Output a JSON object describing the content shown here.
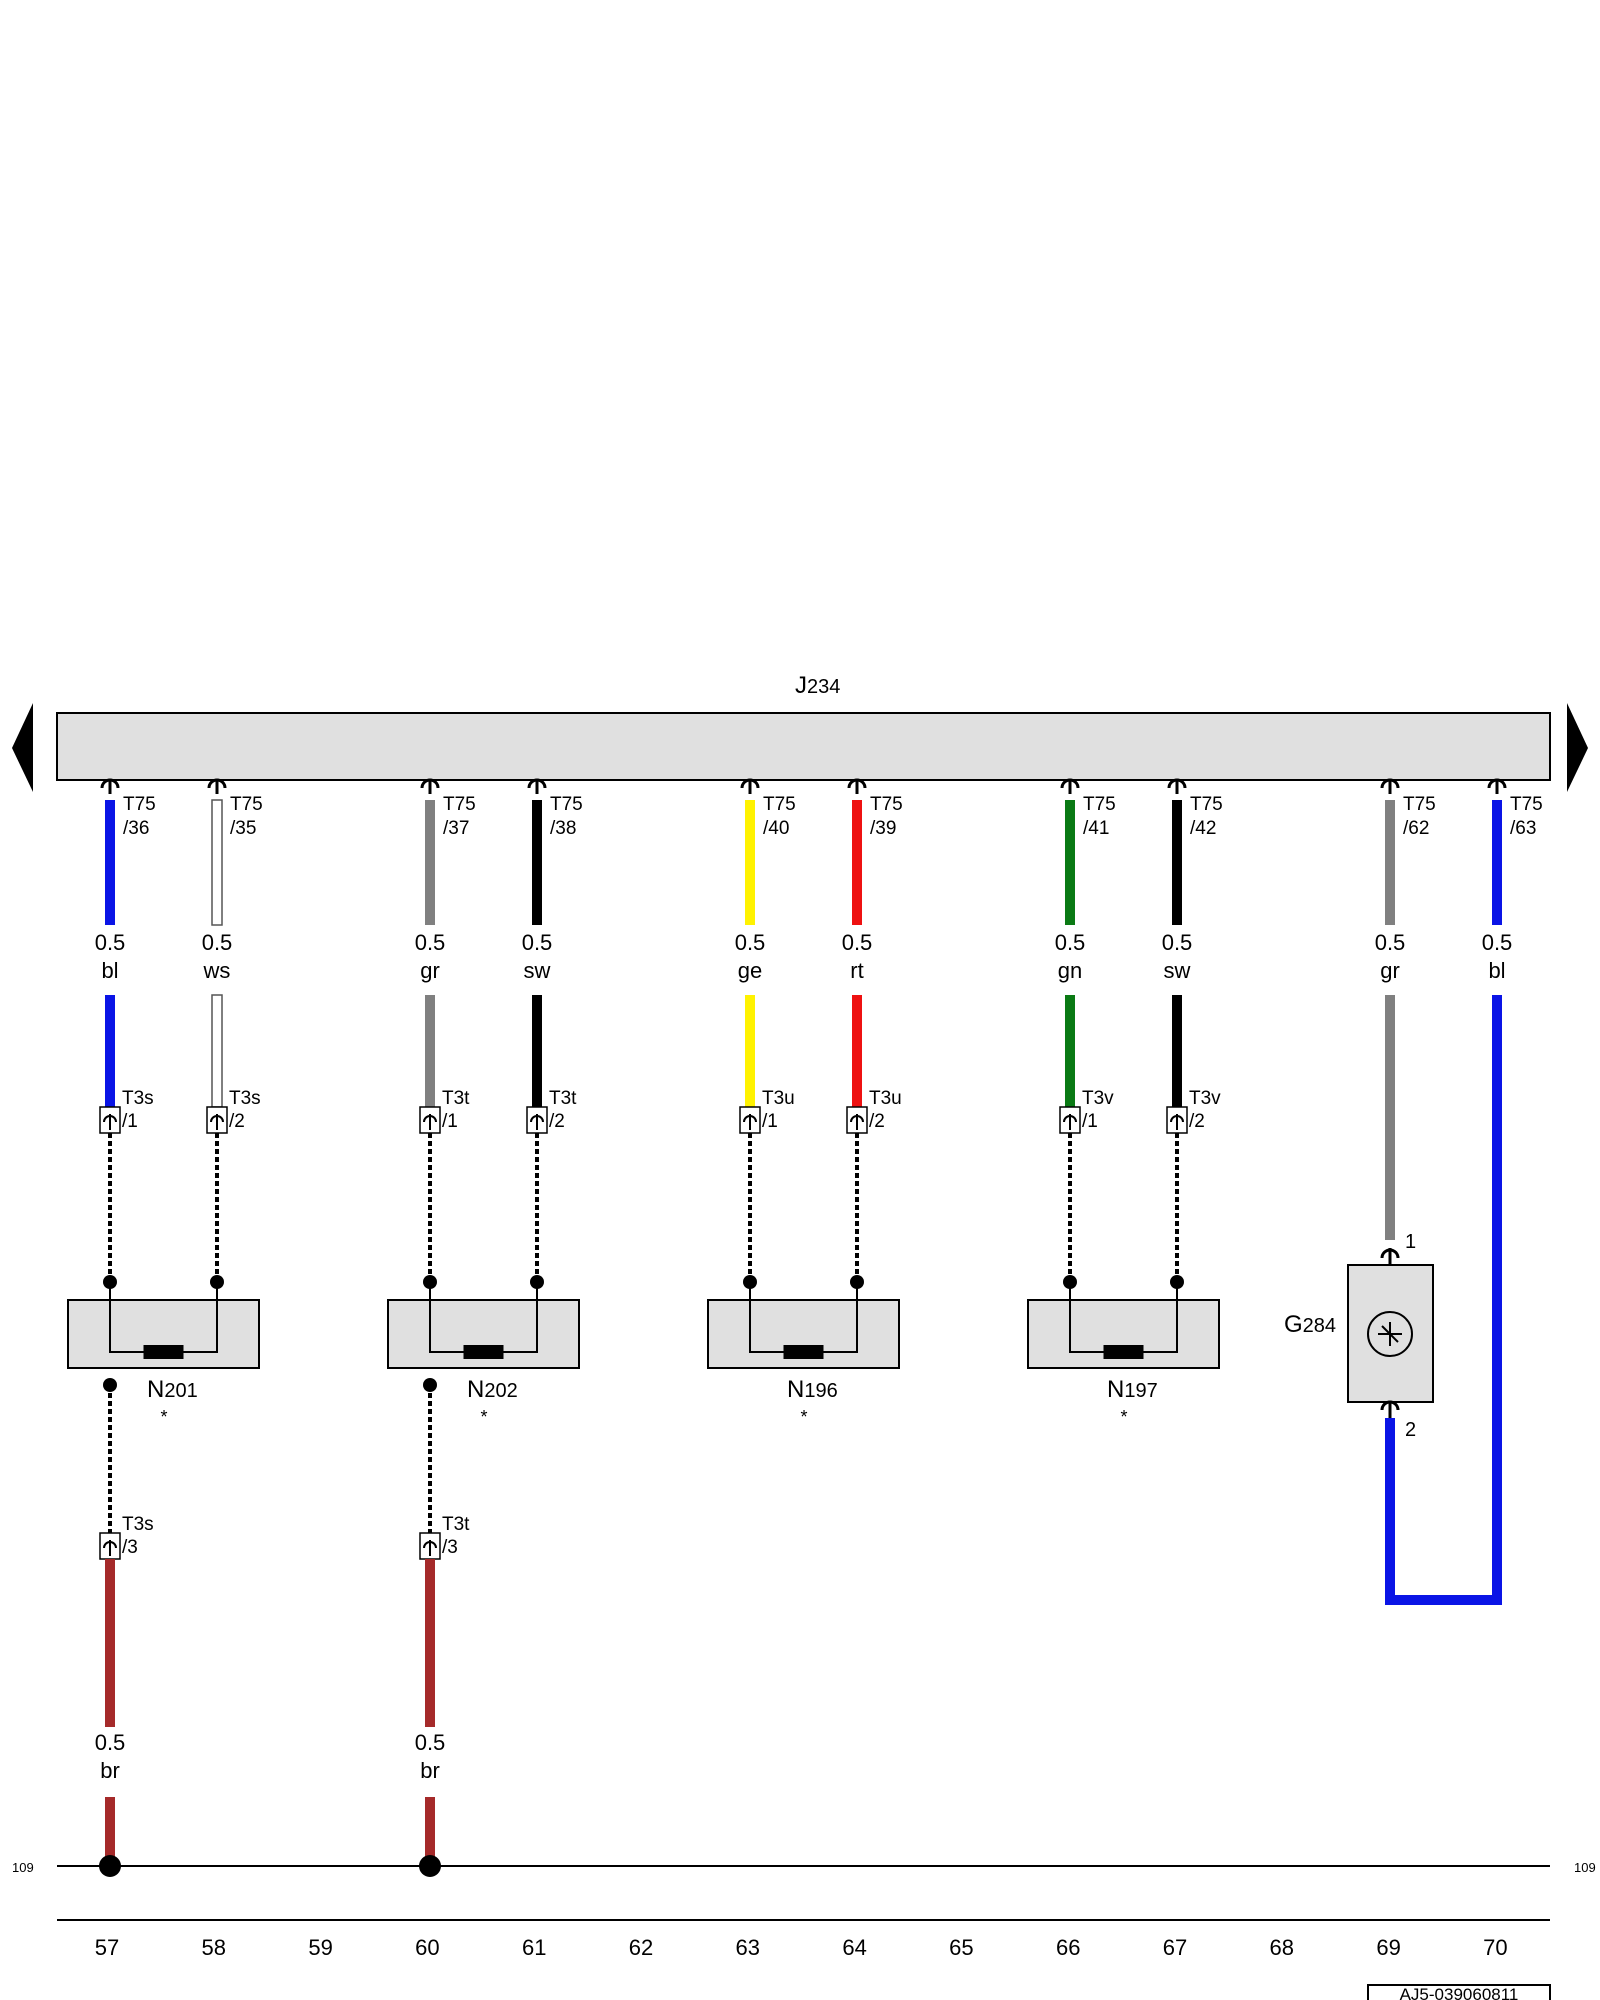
{
  "control_unit": {
    "label_main": "J",
    "label_sub": "234"
  },
  "ground_line_ref": "109",
  "doc_ref": "AJ5-039060811",
  "columns": [
    "57",
    "58",
    "59",
    "60",
    "61",
    "62",
    "63",
    "64",
    "65",
    "66",
    "67",
    "68",
    "69",
    "70"
  ],
  "colors": {
    "bl": "#0a14e6",
    "ws": "#ffffff",
    "gr": "#808080",
    "sw": "#000000",
    "ge": "#fff200",
    "rt": "#ee1111",
    "gn": "#0a7a14",
    "br": "#a52a2a",
    "component_fill": "#e0e0e0"
  },
  "wires": [
    {
      "id": "w36",
      "pin": "T75",
      "pin_num": "/36",
      "size": "0.5",
      "color": "bl",
      "conn": "T3s",
      "conn_pin": "/1"
    },
    {
      "id": "w35",
      "pin": "T75",
      "pin_num": "/35",
      "size": "0.5",
      "color": "ws",
      "conn": "T3s",
      "conn_pin": "/2"
    },
    {
      "id": "w37",
      "pin": "T75",
      "pin_num": "/37",
      "size": "0.5",
      "color": "gr",
      "conn": "T3t",
      "conn_pin": "/1"
    },
    {
      "id": "w38",
      "pin": "T75",
      "pin_num": "/38",
      "size": "0.5",
      "color": "sw",
      "conn": "T3t",
      "conn_pin": "/2"
    },
    {
      "id": "w40",
      "pin": "T75",
      "pin_num": "/40",
      "size": "0.5",
      "color": "ge",
      "conn": "T3u",
      "conn_pin": "/1"
    },
    {
      "id": "w39",
      "pin": "T75",
      "pin_num": "/39",
      "size": "0.5",
      "color": "rt",
      "conn": "T3u",
      "conn_pin": "/2"
    },
    {
      "id": "w41",
      "pin": "T75",
      "pin_num": "/41",
      "size": "0.5",
      "color": "gn",
      "conn": "T3v",
      "conn_pin": "/1"
    },
    {
      "id": "w42",
      "pin": "T75",
      "pin_num": "/42",
      "size": "0.5",
      "color": "sw",
      "conn": "T3v",
      "conn_pin": "/2"
    },
    {
      "id": "w62",
      "pin": "T75",
      "pin_num": "/62",
      "size": "0.5",
      "color": "gr",
      "conn": "",
      "conn_pin": ""
    },
    {
      "id": "w63",
      "pin": "T75",
      "pin_num": "/63",
      "size": "0.5",
      "color": "bl",
      "conn": "",
      "conn_pin": ""
    }
  ],
  "valves": [
    {
      "label_main": "N",
      "label_sub": "201",
      "star": "*"
    },
    {
      "label_main": "N",
      "label_sub": "202",
      "star": "*"
    },
    {
      "label_main": "N",
      "label_sub": "196",
      "star": "*"
    },
    {
      "label_main": "N",
      "label_sub": "197",
      "star": "*"
    }
  ],
  "sensor": {
    "label_main": "G",
    "label_sub": "284",
    "pin1": "1",
    "pin2": "2"
  },
  "ground_wires": [
    {
      "conn": "T3s",
      "conn_pin": "/3",
      "size": "0.5",
      "color": "br"
    },
    {
      "conn": "T3t",
      "conn_pin": "/3",
      "size": "0.5",
      "color": "br"
    }
  ]
}
